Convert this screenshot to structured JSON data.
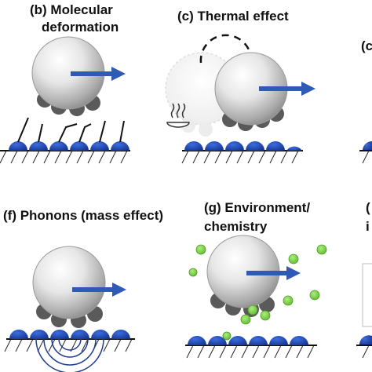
{
  "panels": {
    "b": {
      "label_line1": "(b) Molecular",
      "label_line2": "deformation"
    },
    "c": {
      "label": "(c) Thermal effect"
    },
    "d": {
      "label": "(c"
    },
    "f": {
      "label": "(f) Phonons (mass effect)"
    },
    "g": {
      "label_line1": "(g) Environment/",
      "label_line2": "chemistry"
    },
    "h": {
      "label_line1": "(",
      "label_line2": "i"
    }
  },
  "colors": {
    "substrate_bump": "#1c44b4",
    "arrow": "#2f5bb7",
    "asperity": "#5a5a5a",
    "green_particle": "#7ed34a",
    "wave": "#1f3d8c"
  },
  "icons": [
    "heat-steam-icon",
    "motion-arrow-icon"
  ]
}
